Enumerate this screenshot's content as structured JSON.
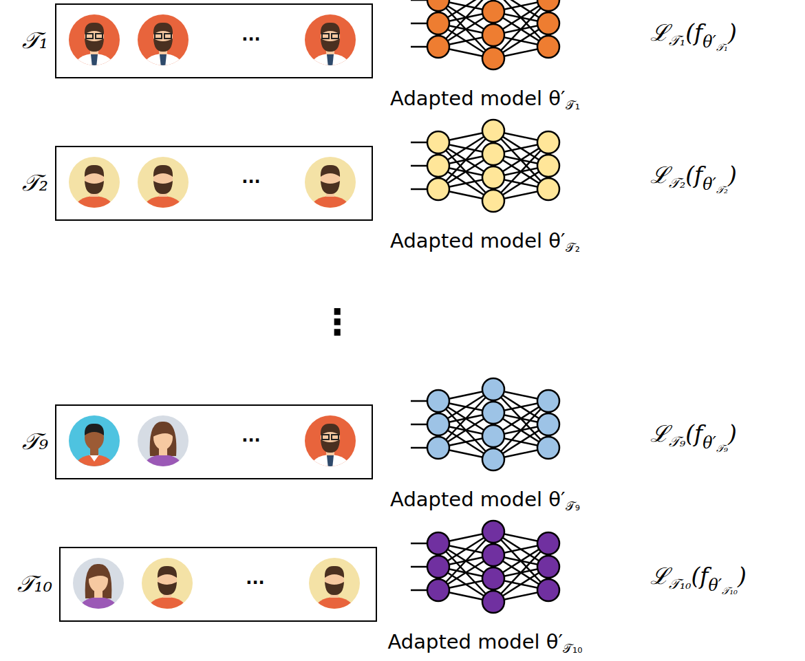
{
  "diagram": {
    "nodes": [
      {
        "text": [
          "𝒯₁",
          "..."
        ]
      },
      {
        "text": [
          "𝒯₂",
          "..."
        ]
      },
      {
        "text": [
          "𝒯₉",
          "..."
        ]
      },
      {
        "text": [
          "𝒯₁₀",
          "..."
        ]
      }
    ],
    "labels": [
      "Adapted model θ′",
      "𝒯₁",
      "ℒ",
      "𝒯₁",
      "(f",
      "θ′",
      "𝒯₁",
      ")",
      "Adapted model θ′",
      "𝒯₂",
      "ℒ",
      "𝒯₂",
      "(f",
      "θ′",
      "𝒯₂",
      ")",
      "⋮",
      "Adapted model θ′",
      "𝒯₉",
      "ℒ",
      "𝒯₉",
      "(f",
      "θ′",
      "𝒯₉",
      ")",
      "Adapted model θ′",
      "𝒯₁₀",
      "ℒ",
      "𝒯₁₀",
      "(f",
      "θ′",
      "𝒯₁₀",
      ")"
    ]
  }
}
